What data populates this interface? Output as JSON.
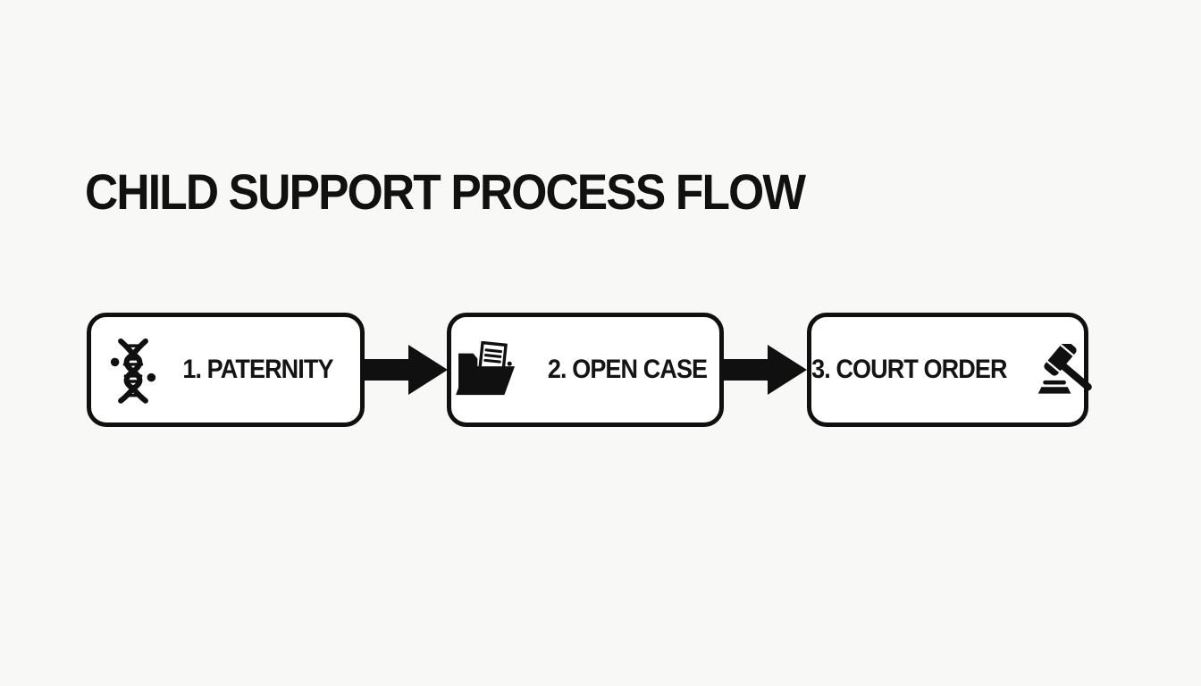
{
  "title": "CHILD SUPPORT PROCESS FLOW",
  "colors": {
    "background": "#f8f8f7",
    "ink": "#101010",
    "box_fill": "#ffffff"
  },
  "flow": {
    "connector": "solid-right-arrow",
    "steps": [
      {
        "label": "1. PATERNITY",
        "icon": "dna-icon",
        "icon_position": "left"
      },
      {
        "label": "2. OPEN CASE",
        "icon": "open-folder-document-icon",
        "icon_position": "left"
      },
      {
        "label": "3. COURT ORDER",
        "icon": "gavel-icon",
        "icon_position": "right"
      }
    ]
  }
}
